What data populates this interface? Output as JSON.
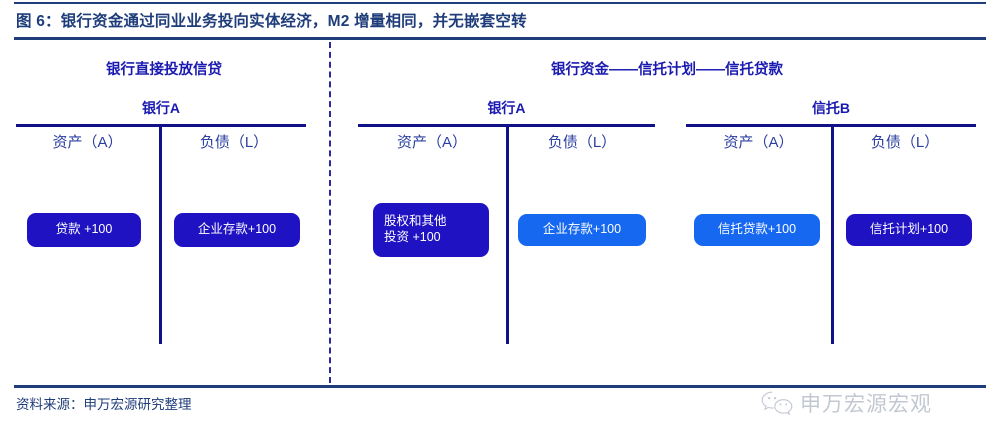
{
  "figure": {
    "title": "图 6：银行资金通过同业业务投向实体经济，M2 增量相同，并无嵌套空转",
    "source_note": "资料来源：申万宏源研究整理",
    "watermark": {
      "icon": "wechat-icon",
      "text": "申万宏源宏观"
    },
    "colors": {
      "title_blue": "#1f3d7a",
      "heading_blue": "#1a1ab0",
      "rule_blue": "#101088",
      "pill_navy": "#1f12c2",
      "pill_bright": "#1668f0",
      "dash_divider": "#2a2a9e"
    }
  },
  "sections": [
    {
      "caption": "银行直接投放信贷",
      "entities": [
        {
          "name": "银行A",
          "columns": [
            {
              "header": "资产（A）",
              "items": [
                {
                  "label": "贷款  +100",
                  "style": "navy"
                }
              ]
            },
            {
              "header": "负债（L）",
              "items": [
                {
                  "label": "企业存款+100",
                  "style": "navy"
                }
              ]
            }
          ]
        }
      ]
    },
    {
      "caption": "银行资金——信托计划——信托贷款",
      "entities": [
        {
          "name": "银行A",
          "columns": [
            {
              "header": "资产（A）",
              "items": [
                {
                  "label": "股权和其他\n投资  +100",
                  "style": "navy"
                }
              ]
            },
            {
              "header": "负债（L）",
              "items": [
                {
                  "label": "企业存款+100",
                  "style": "bright"
                }
              ]
            }
          ]
        },
        {
          "name": "信托B",
          "columns": [
            {
              "header": "资产（A）",
              "items": [
                {
                  "label": "信托贷款+100",
                  "style": "bright"
                }
              ]
            },
            {
              "header": "负债（L）",
              "items": [
                {
                  "label": "信托计划+100",
                  "style": "navy"
                }
              ]
            }
          ]
        }
      ]
    }
  ]
}
